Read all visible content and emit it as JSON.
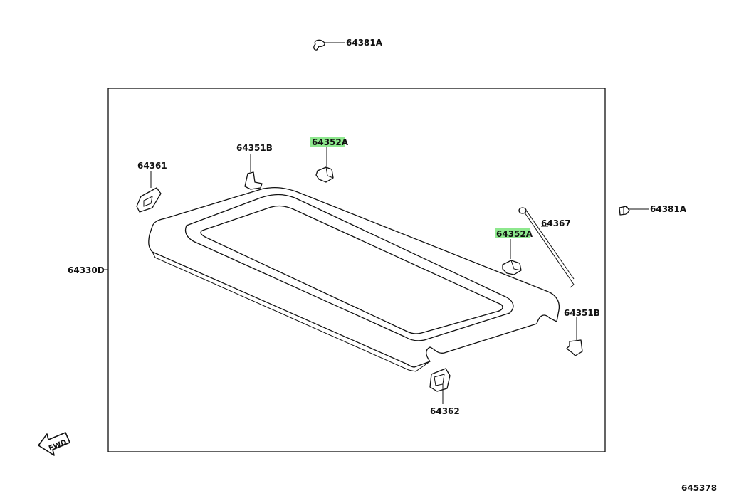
{
  "diagram_code": "645378",
  "highlight_color": "#8ee88e",
  "fwd_label": "FWD",
  "parts": {
    "clip_top": "64381A",
    "clip_right": "64381A",
    "left_hook": "64351B",
    "right_hook": "64351B",
    "left_holder": "64361",
    "bottom_holder": "64362",
    "cushion_top": "64352A",
    "cushion_right": "64352A",
    "rod": "64367",
    "panel": "64330D"
  }
}
